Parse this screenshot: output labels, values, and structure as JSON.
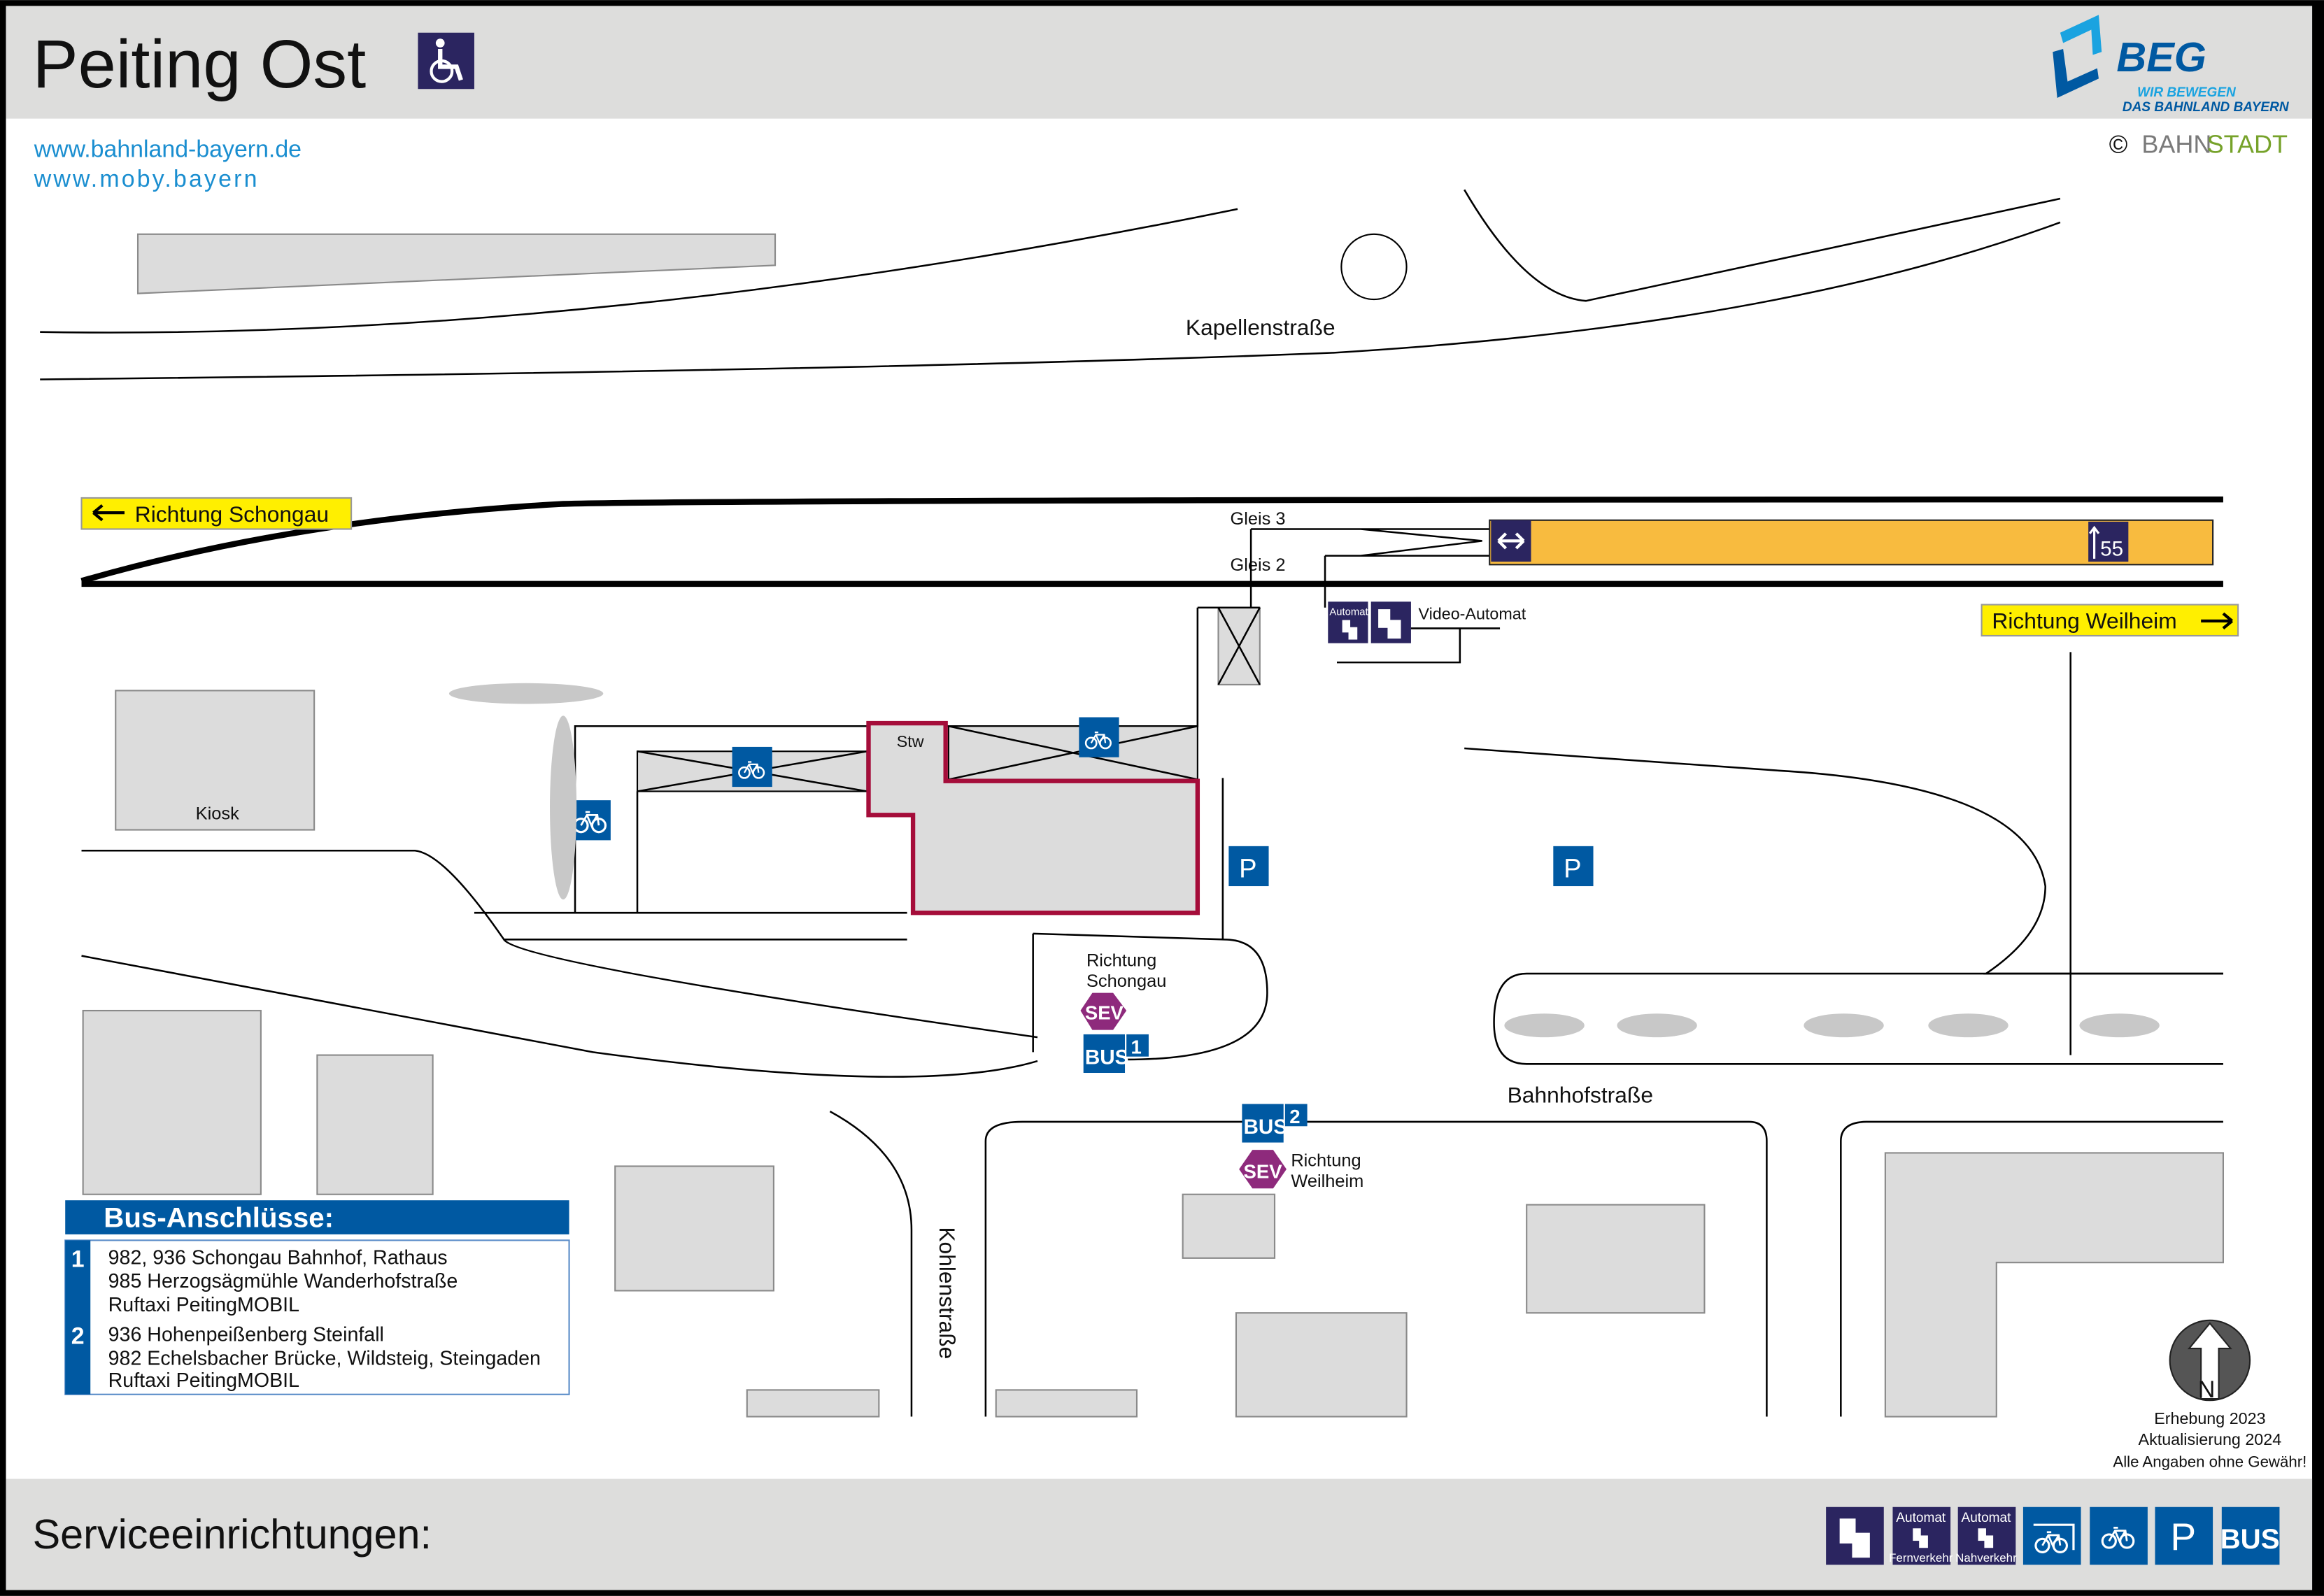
{
  "header": {
    "title": "Peiting Ost",
    "links": [
      "www.bahnland-bayern.de",
      "www.moby.bayern"
    ],
    "logo": {
      "brand": "BEG",
      "slogan_1": "WIR BEWEGEN",
      "slogan_2": "DAS BAHNLAND BAYERN"
    },
    "copyright": {
      "symbol": "©",
      "part1": "BAHN",
      "part2": "STADT"
    }
  },
  "map": {
    "streets": {
      "kapellen": "Kapellenstraße",
      "bahnhof": "Bahnhofstraße",
      "kohlen": "Kohlenstraße"
    },
    "directions": {
      "west": "Richtung Schongau",
      "east": "Richtung Weilheim"
    },
    "tracks": {
      "gleis3": "Gleis 3",
      "gleis2": "Gleis 2"
    },
    "platform": {
      "length_label": "55"
    },
    "buildings": {
      "kiosk": "Kiosk",
      "stw": "Stw"
    },
    "video_automat": "Video-Automat",
    "automat_label": "Automat",
    "bus_stops": [
      {
        "badge": "BUS",
        "number": "1",
        "sev": "SEV",
        "direction_1": "Richtung",
        "direction_2": "Schongau"
      },
      {
        "badge": "BUS",
        "number": "2",
        "sev": "SEV",
        "direction_1": "Richtung",
        "direction_2": "Weilheim"
      }
    ],
    "parking": "P",
    "north": "N"
  },
  "bus_panel": {
    "title": "Bus-Anschlüsse:",
    "stops": [
      {
        "number": "1",
        "lines": [
          "982, 936 Schongau Bahnhof, Rathaus",
          "985 Herzogsägmühle Wanderhofstraße",
          "Ruftaxi PeitingMOBIL"
        ]
      },
      {
        "number": "2",
        "lines": [
          "936 Hohenpeißenberg Steinfall",
          "982 Echelsbacher Brücke, Wildsteig, Steingaden",
          "Ruftaxi PeitingMOBIL"
        ]
      }
    ]
  },
  "survey": {
    "line1": "Erhebung 2023",
    "line2": "Aktualisierung 2024",
    "line3": "Alle Angaben ohne Gewähr!"
  },
  "footer": {
    "title": "Serviceeinrichtungen:",
    "icons": [
      {
        "name": "ticket-machine-icon",
        "label": ""
      },
      {
        "name": "automat-fernverkehr-icon",
        "top": "Automat",
        "bottom": "Fernverkehr"
      },
      {
        "name": "automat-nahverkehr-icon",
        "top": "Automat",
        "bottom": "Nahverkehr"
      },
      {
        "name": "covered-bike-parking-icon"
      },
      {
        "name": "bike-parking-icon"
      },
      {
        "name": "parking-icon",
        "text": "P"
      },
      {
        "name": "bus-icon",
        "text": "BUS"
      }
    ]
  },
  "colors": {
    "navy": "#2b2560",
    "blue": "#0059a2",
    "platform": "#f8bb3f",
    "sev": "#8e2a7c",
    "station": "#a50d3a",
    "link": "#1a8ed0",
    "green": "#76a22a"
  }
}
